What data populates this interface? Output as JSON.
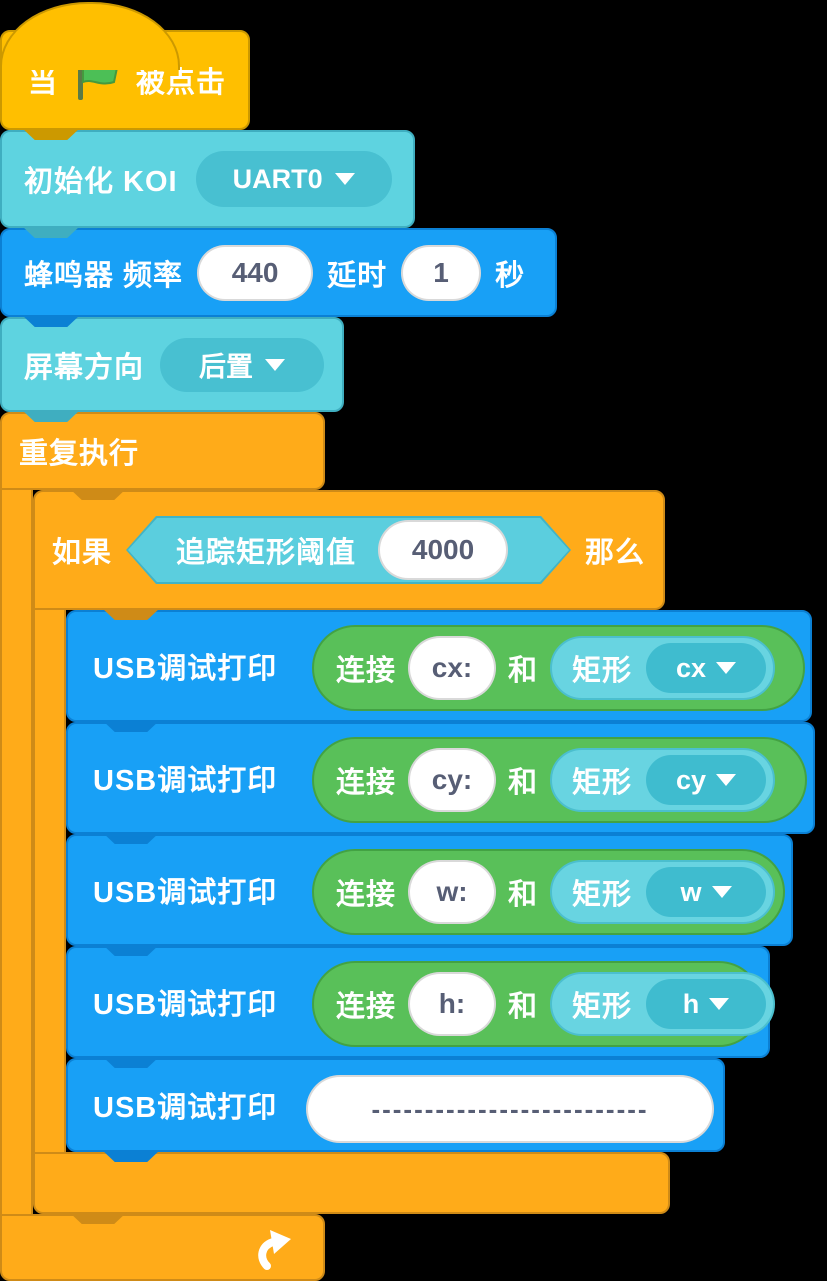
{
  "colors": {
    "events_yellow": "#FFBF00",
    "control_orange": "#FFAB19",
    "koi_blue": "#18A0F6",
    "koi_cyan": "#5ED3E0",
    "cyan_dropdown": "#48C0D1",
    "operator_green": "#59C059",
    "input_text": "#575E75",
    "label_text": "#FFFFFF"
  },
  "script": {
    "hat": {
      "prefix": "当",
      "flag_icon": "green-flag-icon",
      "suffix": "被点击"
    },
    "init_koi": {
      "label": "初始化 KOI",
      "port": "UART0"
    },
    "buzzer": {
      "label": "蜂鸣器 频率",
      "frequency": "440",
      "delay_label": "延时",
      "delay": "1",
      "unit_label": "秒"
    },
    "screen_dir": {
      "label": "屏幕方向",
      "direction": "后置"
    },
    "repeat": {
      "label": "重复执行",
      "loop_icon": "loop-arrow-icon"
    },
    "if_block": {
      "if_label": "如果",
      "condition_label": "追踪矩形阈值",
      "threshold": "4000",
      "then_label": "那么"
    },
    "print_rows": [
      {
        "label": "USB调试打印",
        "join_label": "连接",
        "text": "cx:",
        "and_label": "和",
        "reporter_label": "矩形",
        "field": "cx"
      },
      {
        "label": "USB调试打印",
        "join_label": "连接",
        "text": "cy:",
        "and_label": "和",
        "reporter_label": "矩形",
        "field": "cy"
      },
      {
        "label": "USB调试打印",
        "join_label": "连接",
        "text": "w:",
        "and_label": "和",
        "reporter_label": "矩形",
        "field": "w"
      },
      {
        "label": "USB调试打印",
        "join_label": "连接",
        "text": "h:",
        "and_label": "和",
        "reporter_label": "矩形",
        "field": "h"
      }
    ],
    "print_separator": {
      "label": "USB调试打印",
      "text": "--------------------------"
    }
  }
}
